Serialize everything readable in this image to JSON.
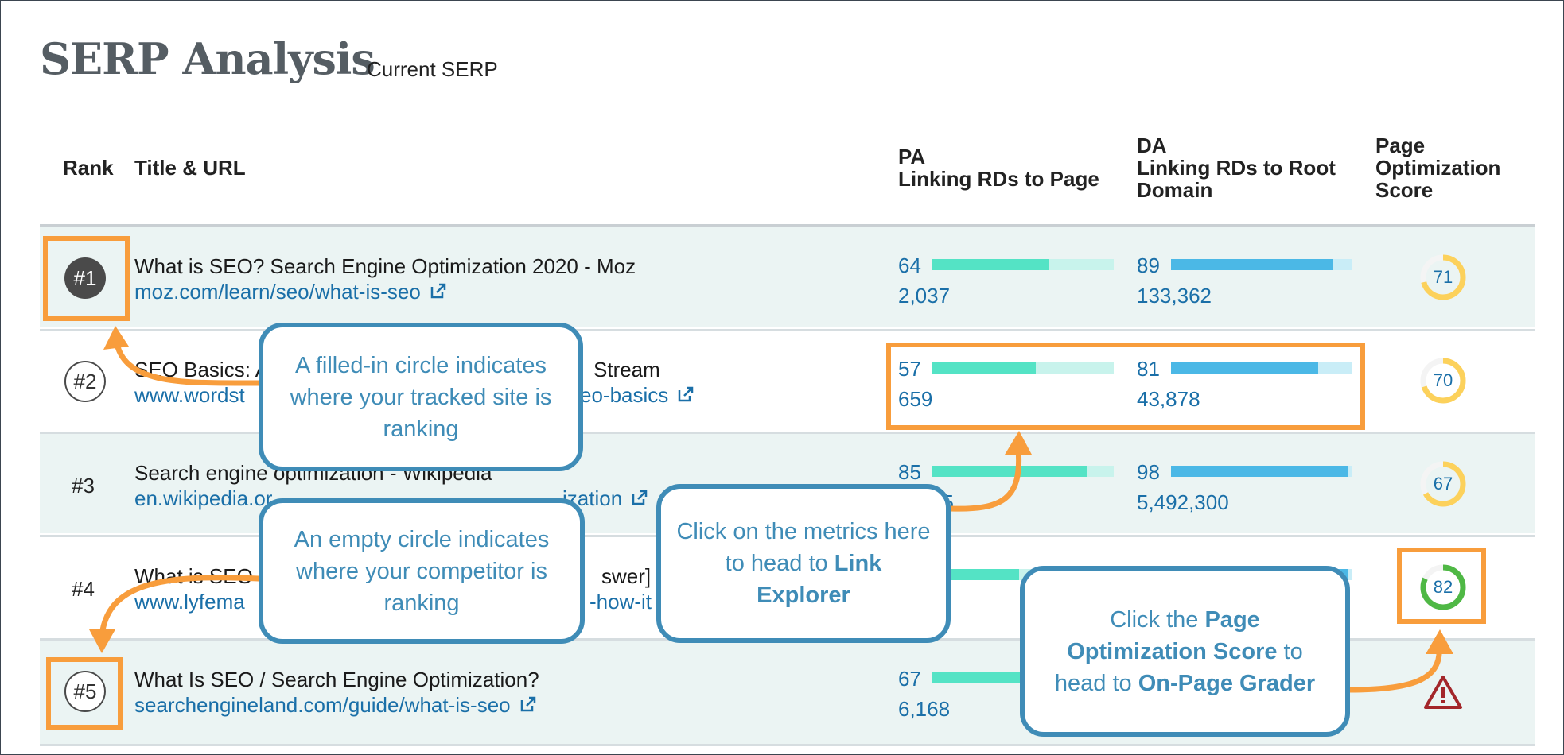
{
  "header": {
    "title": "SERP Analysis",
    "subtitle": "Current SERP"
  },
  "columns": {
    "rank": "Rank",
    "title_url": "Title & URL",
    "pa": [
      "PA",
      "Linking RDs to Page"
    ],
    "da": [
      "DA",
      "Linking RDs to Root",
      "Domain"
    ],
    "score": [
      "Page",
      "Optimization",
      "Score"
    ]
  },
  "rows": [
    {
      "rank": "#1",
      "title": "What is SEO? Search Engine Optimization 2020 - Moz",
      "url": "moz.com/learn/seo/what-is-seo",
      "pa": "64",
      "pa_fill": 0.64,
      "pa_rds": "2,037",
      "da": "89",
      "da_fill": 0.89,
      "da_rds": "133,362",
      "score": "71",
      "score_fraction": 0.71
    },
    {
      "rank": "#2",
      "title_left": "SEO Basics: A",
      "title_right": "Stream",
      "url_left": "www.wordst",
      "url_right": "eo-basics",
      "pa": "57",
      "pa_fill": 0.57,
      "pa_rds": "659",
      "da": "81",
      "da_fill": 0.81,
      "da_rds": "43,878",
      "score": "70",
      "score_fraction": 0.7
    },
    {
      "rank": "#3",
      "title": "Search engine optimization - Wikipedia",
      "url_left": "en.wikipedia.or",
      "url_right": "ization",
      "pa": "85",
      "pa_fill": 0.85,
      "pa_rds_partial": "35",
      "da": "98",
      "da_fill": 0.98,
      "da_rds": "5,492,300",
      "score": "67",
      "score_fraction": 0.67
    },
    {
      "rank": "#4",
      "title_left": "What is SEO",
      "title_right": "swer]",
      "url_left": "www.lyfema",
      "url_right": "-how-it",
      "pa_fill": 0.48,
      "da_fill": 0.98,
      "score": "82",
      "score_fraction": 0.82
    },
    {
      "rank": "#5",
      "title": "What Is SEO / Search Engine Optimization?",
      "url": "searchengineland.com/guide/what-is-seo",
      "pa": "67",
      "pa_fill": 0.67,
      "pa_rds": "6,168"
    }
  ],
  "callouts": {
    "filled": "A filled-in circle indicates where your tracked site is ranking",
    "empty": "An empty circle indicates where your competitor is ranking",
    "link_a": "Click on the metrics here to head to ",
    "link_b": "Link Explorer",
    "score_a": "Click the ",
    "score_b": "Page Optimization Score",
    "score_c": " to head to ",
    "score_d": "On-Page Grader"
  },
  "colors": {
    "accent": "#f89d3c",
    "callout": "#3f8cb7",
    "pa": "#54e3c5",
    "da": "#4bb8e6",
    "warning": "#a3262a"
  }
}
